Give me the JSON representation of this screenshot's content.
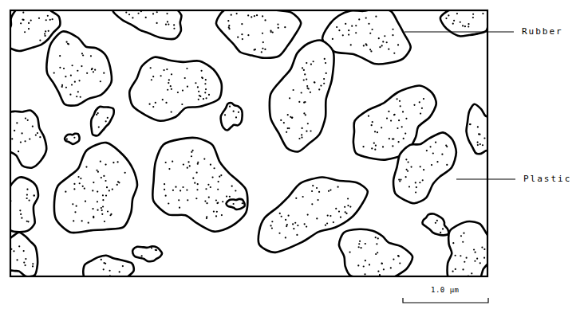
{
  "diagram": {
    "labels": [
      "Rubber",
      "Plastic",
      "1.0 µm"
    ]
  }
}
